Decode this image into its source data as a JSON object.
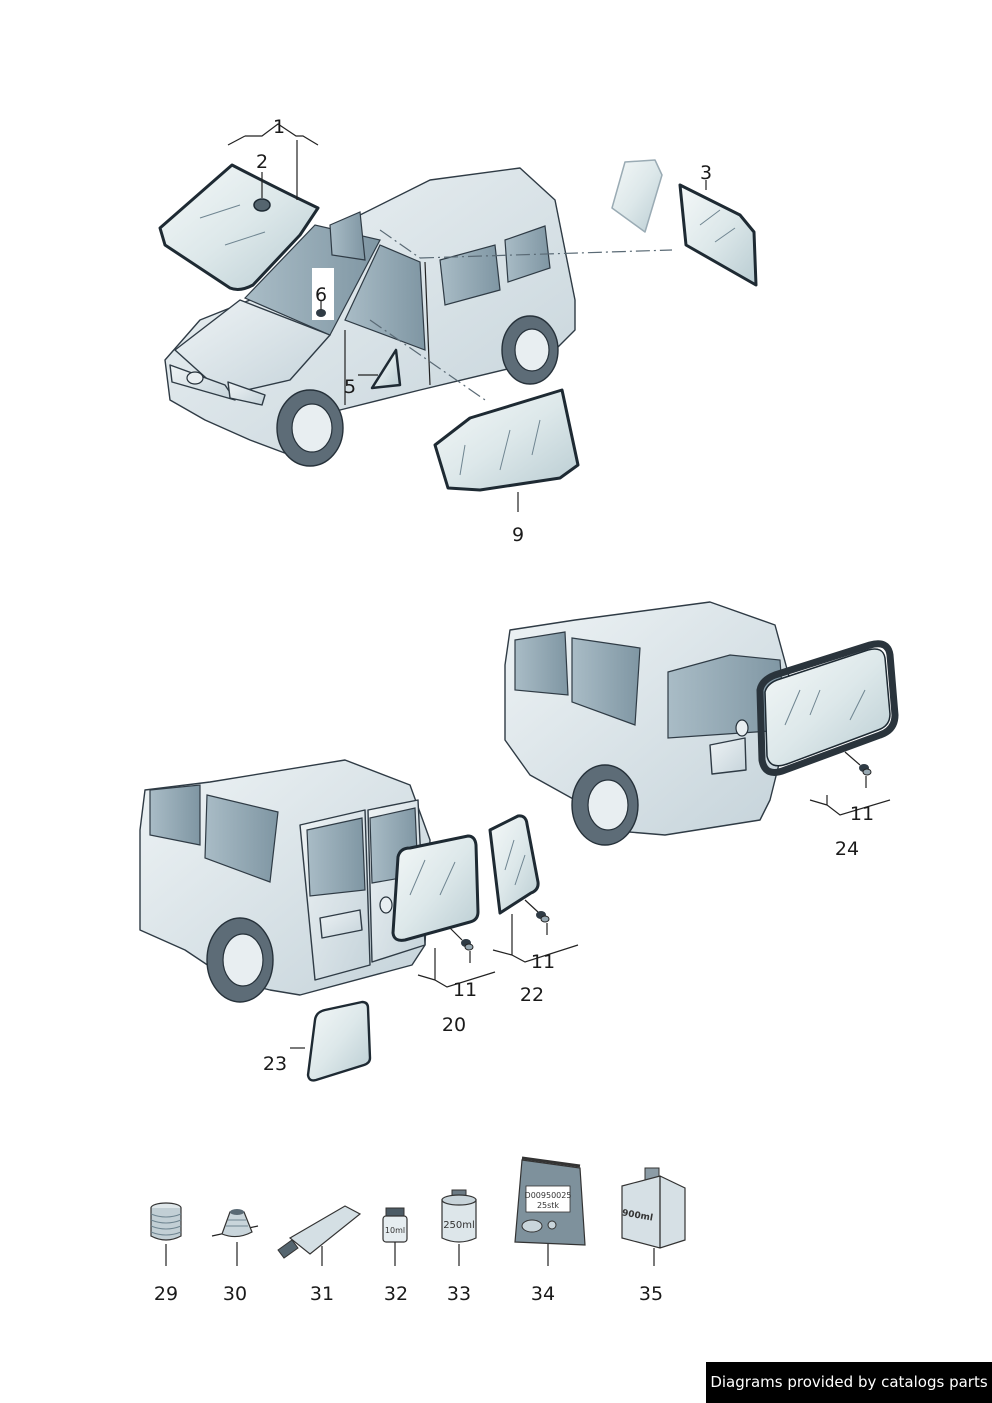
{
  "labels": {
    "l1": "1",
    "l2": "2",
    "l3": "3",
    "l5": "5",
    "l6": "6",
    "l9": "9",
    "l11a": "11",
    "l11b": "11",
    "l11c": "11",
    "l20": "20",
    "l22": "22",
    "l23": "23",
    "l24": "24",
    "l29": "29",
    "l30": "30",
    "l31": "31",
    "l32": "32",
    "l33": "33",
    "l34": "34",
    "l35": "35"
  },
  "product_text": {
    "cartridge_small": "10ml",
    "can_medium": "250ml",
    "bag_line1": "D00950025",
    "bag_line2": "25stk",
    "canister": "900ml"
  },
  "footer": {
    "text": "Diagrams provided by catalogs parts"
  }
}
